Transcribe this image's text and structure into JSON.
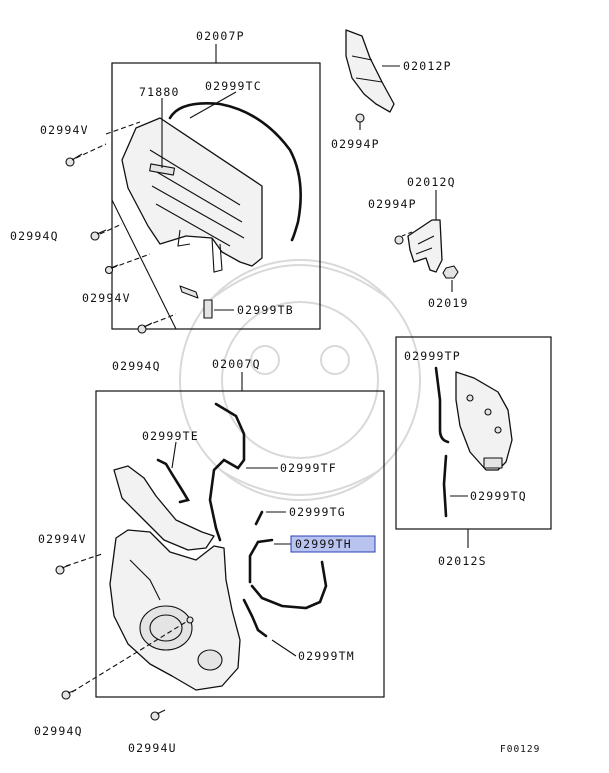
{
  "diagram": {
    "figure_code": "F00129",
    "highlighted_part": "02999TH",
    "highlight_color": "#b9c3f0",
    "labels": {
      "l02007P": "02007P",
      "l71880": "71880",
      "l02999TC": "02999TC",
      "l02994V_a": "02994V",
      "l02994Q_a": "02994Q",
      "l02994V_b": "02994V",
      "l02999TB": "02999TB",
      "l02994Q_b": "02994Q",
      "l02012P": "02012P",
      "l02994P_a": "02994P",
      "l02012Q": "02012Q",
      "l02994P_b": "02994P",
      "l02019": "02019",
      "l02007Q": "02007Q",
      "l02999TE": "02999TE",
      "l02999TF": "02999TF",
      "l02999TG": "02999TG",
      "l02999TH": "02999TH",
      "l02994V_c": "02994V",
      "l02999TM": "02999TM",
      "l02994Q_c": "02994Q",
      "l02994U": "02994U",
      "l02999TP": "02999TP",
      "l02999TQ": "02999TQ",
      "l02012S": "02012S"
    }
  }
}
